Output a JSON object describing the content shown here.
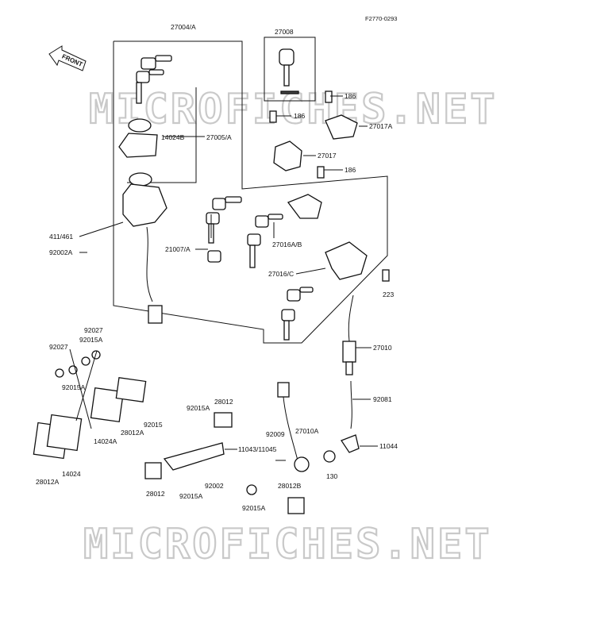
{
  "header": {
    "ref_code": "F2770-0293"
  },
  "front_arrow": {
    "label": "FRONT"
  },
  "watermark": {
    "text": "MICROFICHES.NET"
  },
  "labels": {
    "p27004A": "27004/A",
    "p27008": "27008",
    "p186_a": "186",
    "p186_b": "186",
    "p186_c": "186",
    "p14024B": "14024B",
    "p27005A": "27005/A",
    "p27017A": "27017A",
    "p27017": "27017",
    "p411_461": "411/461",
    "p92002A": "92002A",
    "p21007A": "21007/A",
    "p27016AB": "27016A/B",
    "p27016C": "27016/C",
    "p223": "223",
    "p27010": "27010",
    "p92027_a": "92027",
    "p92015A_a": "92015A",
    "p92027_b": "92027",
    "p92015A_b": "92015A",
    "p92081": "92081",
    "p92015A_c": "92015A",
    "p28012_a": "28012",
    "p14024A": "14024A",
    "p28012A_a": "28012A",
    "p92015": "92015",
    "p92009": "92009",
    "p27010A": "27010A",
    "p11043_11045": "11043/11045",
    "p11044": "11044",
    "p14024": "14024",
    "p28012A_b": "28012A",
    "p28012_b": "28012",
    "p92015A_d": "92015A",
    "p92002": "92002",
    "p130": "130",
    "p28012B": "28012B",
    "p92015A_e": "92015A"
  },
  "colors": {
    "line": "#111111",
    "watermark_outline": "#c9c9c9",
    "background": "#ffffff"
  }
}
